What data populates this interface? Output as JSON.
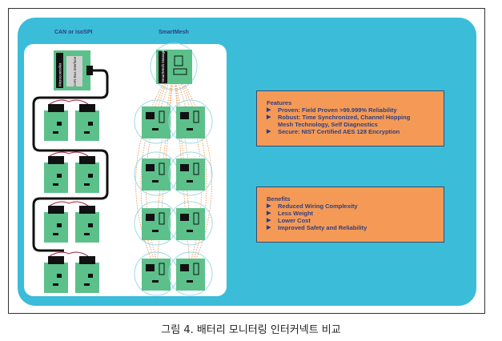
{
  "columns": {
    "wired": "CAN or isoSPI",
    "wireless": "SmartMesh"
  },
  "controller": {
    "micro_label": "Microcontroller",
    "bus_label": "CAN Bus Interface",
    "mesh_label": "SmartMesh Manager"
  },
  "features": {
    "title": "Features",
    "items": [
      "Proven: Field Proven >99.999% Reliability",
      "Robust: Time Synchronized, Channel Hopping Mesh Technology, Self Diagnostics",
      "Secure: NIST Certified AES 128 Encryption"
    ]
  },
  "benefits": {
    "title": "Benefits",
    "items": [
      "Reduced Wiring Complexity",
      "Less Weight",
      "Lower Cost",
      "Improved Safety and Reliability"
    ]
  },
  "caption": "그림 4. 배터리 모니터링 인터커넥트 비교",
  "colors": {
    "panel": "#3bbcd9",
    "board": "#5cc08a",
    "box": "#f59a56",
    "text": "#2e3f80",
    "mesh_link": "#f08a3a",
    "radio_ring": "#9fd8ea"
  }
}
